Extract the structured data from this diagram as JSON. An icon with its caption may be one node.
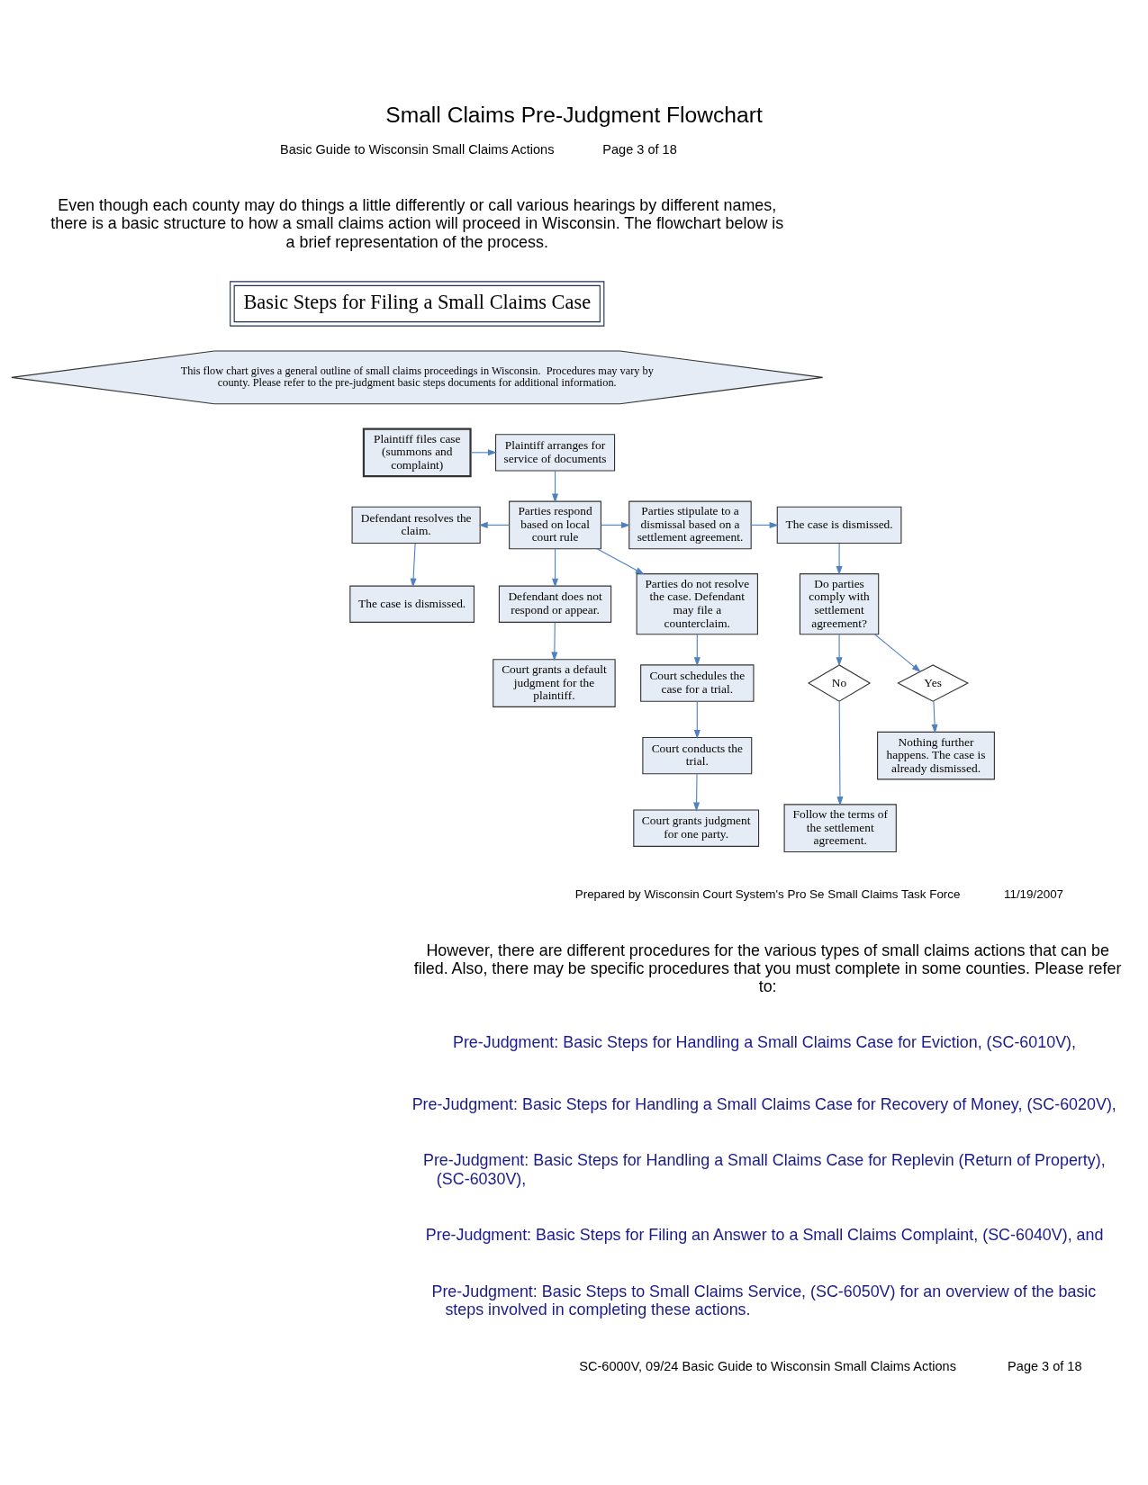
{
  "diagram": {
    "title": "Small Claims Pre-Judgment Flowchart",
    "nodes": [
      {
        "text": [
          "Basic Steps for Filing a Small Claims Case"
        ]
      },
      {
        "text": [
          "This flow chart gives a general outline of small claims proceedings in Wisconsin.  Procedures may vary by county. Please refer to the pre-judgment basic steps documents for additional information."
        ]
      },
      {
        "text": [
          "Plaintiff files case (summons and complaint)"
        ]
      },
      {
        "text": [
          "Plaintiff arranges for service of documents"
        ]
      },
      {
        "text": [
          "Parties respond based on local court rule"
        ]
      },
      {
        "text": [
          "Defendant resolves the claim."
        ]
      },
      {
        "text": [
          "The case is dismissed."
        ]
      },
      {
        "text": [
          "Parties stipulate to a dismissal based on a settlement agreement."
        ]
      },
      {
        "text": [
          "The case is dismissed."
        ]
      },
      {
        "text": [
          "Defendant does not respond or appear."
        ]
      },
      {
        "text": [
          "Parties do not resolve the case. Defendant may file a counterclaim."
        ]
      },
      {
        "text": [
          "Court grants a default judgment for the plaintiff."
        ]
      },
      {
        "text": [
          "Court schedules the case for a trial."
        ]
      },
      {
        "text": [
          "Court conducts the trial."
        ]
      },
      {
        "text": [
          "Court grants judgment for one party."
        ]
      },
      {
        "text": [
          "Do parties comply with settlement agreement?"
        ]
      },
      {
        "text": [
          "No"
        ]
      },
      {
        "text": [
          "Yes"
        ]
      },
      {
        "text": [
          "Follow the terms of the settlement agreement."
        ]
      },
      {
        "text": [
          "Nothing further happens. The case is already dismissed."
        ]
      }
    ],
    "edges": [
      {
        "from": 2,
        "to": 3,
        "arrow": "to"
      },
      {
        "from": 3,
        "to": 4,
        "arrow": "to"
      },
      {
        "from": 4,
        "to": 5,
        "arrow": "to"
      },
      {
        "from": 5,
        "to": 6,
        "arrow": "to"
      },
      {
        "from": 4,
        "to": 7,
        "arrow": "to"
      },
      {
        "from": 7,
        "to": 8,
        "arrow": "to"
      },
      {
        "from": 8,
        "to": 15,
        "arrow": "to"
      },
      {
        "from": 4,
        "to": 9,
        "arrow": "to"
      },
      {
        "from": 4,
        "to": 10,
        "arrow": "to"
      },
      {
        "from": 9,
        "to": 11,
        "arrow": "to"
      },
      {
        "from": 10,
        "to": 12,
        "arrow": "to"
      },
      {
        "from": 12,
        "to": 13,
        "arrow": "to"
      },
      {
        "from": 13,
        "to": 14,
        "arrow": "to"
      },
      {
        "from": 15,
        "to": 16,
        "arrow": "to"
      },
      {
        "from": 15,
        "to": 17,
        "arrow": "to"
      },
      {
        "from": 16,
        "to": 18,
        "arrow": "to"
      },
      {
        "from": 17,
        "to": 19,
        "arrow": "to"
      }
    ],
    "labels": [
      "Basic Guide to Wisconsin Small Claims Actions",
      "Page 3 of 18",
      "Even though each county may do things a little differently or call various hearings by different names, there is a basic structure to how a small claims action will proceed in Wisconsin. The flowchart below is a brief representation of the process.",
      "Prepared by Wisconsin Court System's Pro Se Small Claims Task Force",
      "11/19/2007",
      "However, there are different procedures for the various types of small claims actions that can be filed. Also, there may be specific procedures that you must complete in some counties. Please refer to:",
      "Pre-Judgment: Basic Steps for Handling a Small Claims Case for Eviction, (SC-6010V),",
      "Pre-Judgment: Basic Steps for Handling a Small Claims Case for Recovery of Money, (SC-6020V),",
      "Pre-Judgment: Basic Steps for Handling a Small Claims Case for Replevin (Return of Property), (SC-6030V),",
      "Pre-Judgment: Basic Steps for Filing an Answer to a Small Claims Complaint, (SC-6040V), and",
      "Pre-Judgment: Basic Steps to Small Claims Service, (SC-6050V) for an overview of the basic steps involved in completing these actions.",
      "SC-6000V, 09/24 Basic Guide to Wisconsin Small Claims Actions",
      "Page 3 of 18"
    ]
  }
}
